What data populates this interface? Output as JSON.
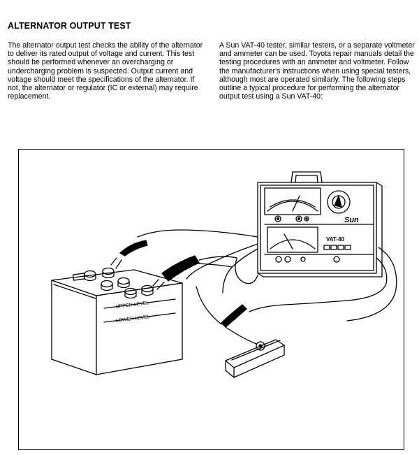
{
  "heading": "ALTERNATOR OUTPUT TEST",
  "paragraph_left": "The alternator output test checks the ability of the alternator to deliver its rated output of voltage and current. This test should be performed whenever an overcharging or undercharging problem is suspected. Output current and voltage should meet the specifications of the alternator. If not, the alternator or regulator (IC or external) may require replacement.",
  "paragraph_right": "A Sun VAT-40 tester, similar testers, or a separate voltmeter and ammeter can be used. Toyota repair manuals detail the testing procedures with an ammeter and voltmeter. Follow the manufacturer's instructions when using special testers, although most are operated similarly. The following steps outline a typical procedure for performing the alternator output test using a Sun VAT-40:",
  "illustration": {
    "battery_upper_label": "UPPER LEVEL",
    "battery_lower_label": "LOWER LEVEL",
    "tester_brand": "Sun",
    "tester_model": "VAT-40"
  }
}
